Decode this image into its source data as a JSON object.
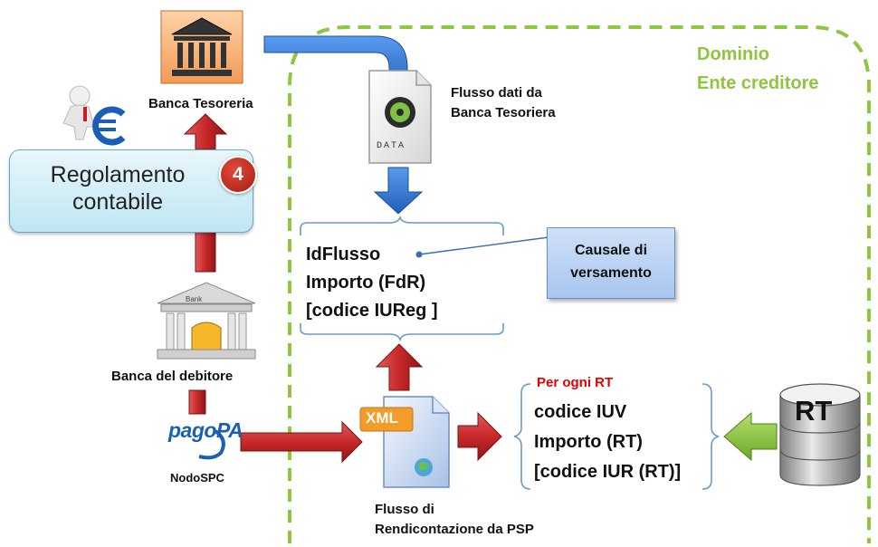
{
  "domain": {
    "line1": "Dominio",
    "line2": "Ente creditore"
  },
  "banca_tesoreria": "Banca Tesoreria",
  "flusso_dati": {
    "line1": "Flusso dati da",
    "line2": "Banca Tesoriera",
    "icon_label": "DATA"
  },
  "regolamento": {
    "line1": "Regolamento",
    "line2": "contabile",
    "badge": "4"
  },
  "fields_top": {
    "l1": "IdFlusso",
    "l2": "Importo (FdR)",
    "l3": "[codice IUReg ]"
  },
  "causale": {
    "line1": "Causale di",
    "line2": "versamento"
  },
  "bank_debtor": {
    "label": "Banca  del debitore",
    "icon_label": "Bank"
  },
  "pagopa": {
    "logo": "pagoPA",
    "label": "NodoSPC"
  },
  "xml": {
    "icon_label": "XML",
    "line1": "Flusso di",
    "line2": "Rendicontazione da PSP"
  },
  "per_rt": {
    "header": "Per ogni RT",
    "l1": "codice IUV",
    "l2": "Importo (RT)",
    "l3": "[codice IUR (RT)]"
  },
  "rt_db": {
    "label": "RT"
  },
  "colors": {
    "green": "#8dc63f",
    "blue": "#3a7bd5",
    "red": "#c8282a"
  }
}
